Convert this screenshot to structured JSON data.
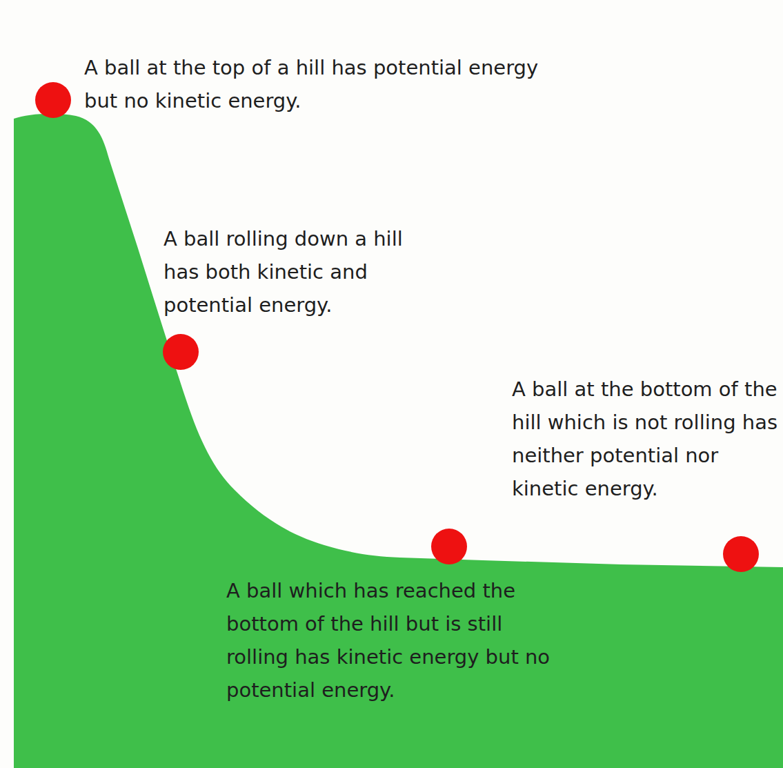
{
  "diagram": {
    "labels": [
      "A ball at the top of a hill has potential energy but no kinetic energy.",
      "A ball rolling down a hill has both kinetic and potential energy.",
      "A ball at the bottom of the hill which is not rolling has neither potential nor kinetic energy.",
      "A ball which has reached the bottom of the hill but is still rolling has kinetic energy but no potential energy."
    ]
  }
}
